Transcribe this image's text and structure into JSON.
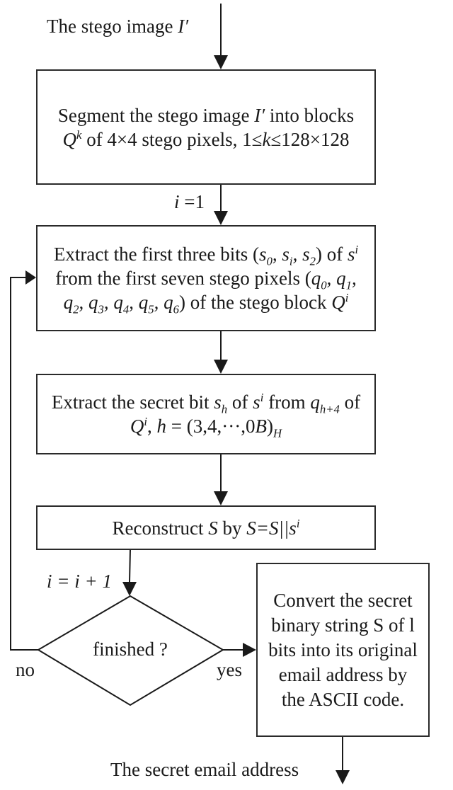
{
  "diagram": {
    "type": "flowchart",
    "input_label": {
      "text": "The stego image",
      "var": "I′"
    },
    "steps": [
      {
        "id": "segment",
        "line1": {
          "pre": "Segment the stego image ",
          "var": "I′",
          "post": " into blocks"
        },
        "line2": {
          "var": "Q",
          "sup": "k",
          "mid": " of 4×4 stego pixels, 1≤",
          "var2": "k",
          "post": "≤128×128"
        }
      },
      {
        "id": "extract-first-three",
        "line1": {
          "pre": "Extract the first three bits (",
          "vars": "s0, si, s2",
          "post": ") of ",
          "tail_var": "s",
          "tail_sup": "i"
        },
        "line2": {
          "pre": "from the first seven stego pixels (",
          "vars": "q0, q1,"
        },
        "line3": {
          "vars": "q2, q3, q4, q5, q6",
          "post": ") of the stego block ",
          "tail_var": "Q",
          "tail_sup": "i"
        }
      },
      {
        "id": "extract-secret-bit",
        "line1": {
          "pre": "Extract the secret bit ",
          "var": "s",
          "sub": "h",
          "mid": " of ",
          "var2": "s",
          "sup2": "i",
          "mid2": " from ",
          "var3": "q",
          "sub3": "h+4",
          "post": " of"
        },
        "line2": {
          "var": "Q",
          "sup": "i",
          "mid": ", ",
          "var2": "h",
          "post": " = (3,4,···,0",
          "var3": "B",
          "close": ")",
          "sub": "H"
        }
      },
      {
        "id": "reconstruct",
        "line1": {
          "pre": "Reconstruct ",
          "var": "S",
          "mid": " by ",
          "expr": "S=S||s",
          "sup": "i"
        }
      }
    ],
    "init_label": {
      "var": "i",
      "text": " =1"
    },
    "increment_label": {
      "text": "i = i + 1"
    },
    "decision": {
      "text": "finished ?",
      "no_label": "no",
      "yes_label": "yes"
    },
    "output_step": {
      "lines": [
        "Convert the secret",
        "binary string S of l",
        "bits into its original",
        "email address by",
        "the ASCII code."
      ]
    },
    "output_label": "The secret email address",
    "colors": {
      "line": "#1a1a1a",
      "background": "#ffffff"
    }
  }
}
